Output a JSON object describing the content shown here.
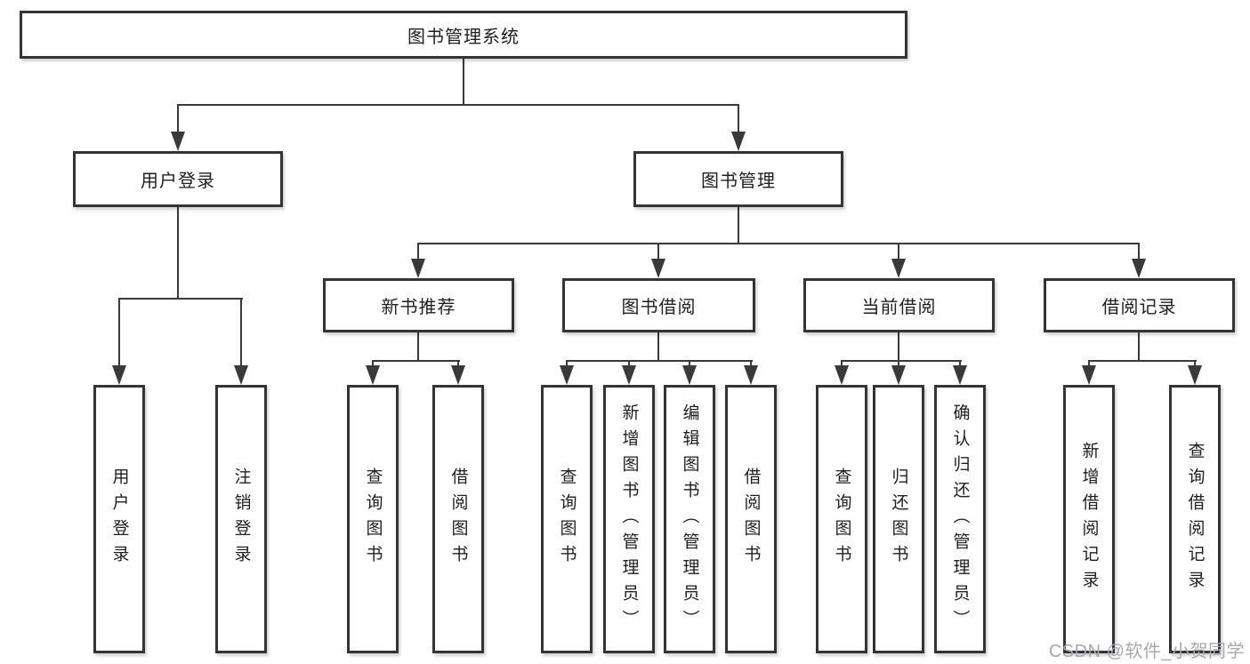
{
  "diagram": {
    "type": "hierarchy-tree",
    "tree": {
      "root": {
        "label": "图书管理系统"
      },
      "branches": [
        {
          "label": "用户登录",
          "children": [
            {
              "label": "用户登录"
            },
            {
              "label": "注销登录"
            }
          ]
        },
        {
          "label": "图书管理",
          "children": [
            {
              "label": "新书推荐",
              "children": [
                {
                  "label": "查询图书"
                },
                {
                  "label": "借阅图书"
                }
              ]
            },
            {
              "label": "图书借阅",
              "children": [
                {
                  "label": "查询图书"
                },
                {
                  "label": "新增图书（管理员）"
                },
                {
                  "label": "编辑图书（管理员）"
                },
                {
                  "label": "借阅图书"
                }
              ]
            },
            {
              "label": "当前借阅",
              "children": [
                {
                  "label": "查询图书"
                },
                {
                  "label": "归还图书"
                },
                {
                  "label": "确认归还（管理员）"
                }
              ]
            },
            {
              "label": "借阅记录",
              "children": [
                {
                  "label": "新增借阅记录"
                },
                {
                  "label": "查询借阅记录"
                }
              ]
            }
          ]
        }
      ]
    },
    "colors": {
      "line": "#3a3a3a",
      "box_border": "#343434",
      "box_background": "#ffffff",
      "text": "#1f1f1f",
      "watermark": "#a7a8b2"
    }
  },
  "watermark": "CSDN @软件_小贺同学"
}
